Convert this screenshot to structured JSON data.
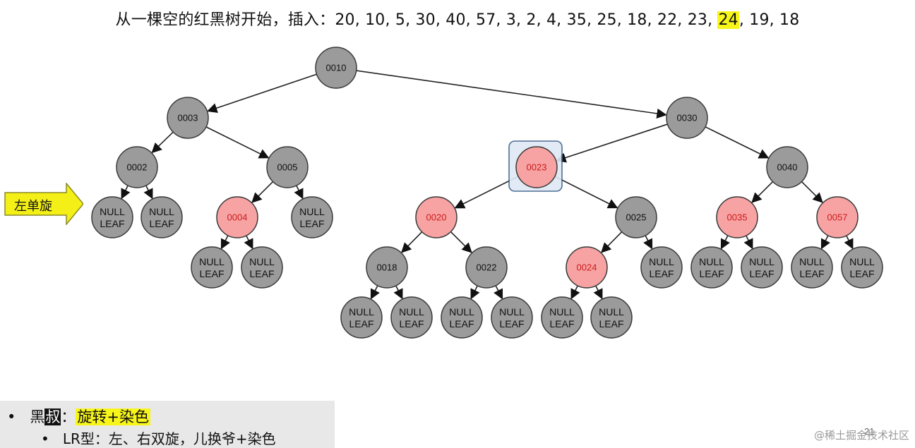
{
  "title": {
    "prefix": "从一棵空的红黑树开始，插入：20, 10, 5, 30, 40, 57, 3, 2, 4, 35, 25, 18, 22, 23, ",
    "highlight": "24",
    "suffix": ", 19, 18"
  },
  "colors": {
    "black_node": "#9b9b9b",
    "red_node": "#f7a3a3",
    "red_text": "#cc1b1b",
    "highlight": "#f7f51a"
  },
  "arrow_tag": {
    "label": "左单旋"
  },
  "tree": {
    "null_label_line1": "NULL",
    "null_label_line2": "LEAF",
    "nodes": [
      {
        "id": "0010",
        "label": "0010",
        "color": "black"
      },
      {
        "id": "0003",
        "label": "0003",
        "color": "black"
      },
      {
        "id": "0030",
        "label": "0030",
        "color": "black"
      },
      {
        "id": "0002",
        "label": "0002",
        "color": "black"
      },
      {
        "id": "0005",
        "label": "0005",
        "color": "black"
      },
      {
        "id": "0023",
        "label": "0023",
        "color": "red",
        "highlighted": true
      },
      {
        "id": "0040",
        "label": "0040",
        "color": "black"
      },
      {
        "id": "0004",
        "label": "0004",
        "color": "red"
      },
      {
        "id": "0020",
        "label": "0020",
        "color": "red"
      },
      {
        "id": "0025",
        "label": "0025",
        "color": "black"
      },
      {
        "id": "0035",
        "label": "0035",
        "color": "red"
      },
      {
        "id": "0057",
        "label": "0057",
        "color": "red"
      },
      {
        "id": "0018",
        "label": "0018",
        "color": "black"
      },
      {
        "id": "0022",
        "label": "0022",
        "color": "black"
      },
      {
        "id": "0024",
        "label": "0024",
        "color": "red"
      }
    ],
    "edges": [
      [
        "0010",
        "0003"
      ],
      [
        "0010",
        "0030"
      ],
      [
        "0003",
        "0002"
      ],
      [
        "0003",
        "0005"
      ],
      [
        "0030",
        "0023"
      ],
      [
        "0030",
        "0040"
      ],
      [
        "0002",
        "n1"
      ],
      [
        "0002",
        "n2"
      ],
      [
        "0005",
        "0004"
      ],
      [
        "0005",
        "n3"
      ],
      [
        "0004",
        "n4"
      ],
      [
        "0004",
        "n5"
      ],
      [
        "0023",
        "0020"
      ],
      [
        "0023",
        "0025"
      ],
      [
        "0020",
        "0018"
      ],
      [
        "0020",
        "0022"
      ],
      [
        "0018",
        "n6"
      ],
      [
        "0018",
        "n7"
      ],
      [
        "0022",
        "n8"
      ],
      [
        "0022",
        "n9"
      ],
      [
        "0025",
        "0024"
      ],
      [
        "0025",
        "n10"
      ],
      [
        "0024",
        "n11"
      ],
      [
        "0024",
        "n12"
      ],
      [
        "0040",
        "0035"
      ],
      [
        "0040",
        "0057"
      ],
      [
        "0035",
        "n13"
      ],
      [
        "0035",
        "n14"
      ],
      [
        "0057",
        "n15"
      ],
      [
        "0057",
        "n16"
      ]
    ]
  },
  "notes": {
    "line1_bullet": "•",
    "line1_pre": "黑",
    "line1_boxed": "叔",
    "line1_colon": "：",
    "line1_highlight": "旋转+染色",
    "line2_bullet": "•",
    "line2_text": "LR型：左、右双旋，儿换爷+染色"
  },
  "page_number": "21",
  "credit": "@稀土掘金技术社区"
}
